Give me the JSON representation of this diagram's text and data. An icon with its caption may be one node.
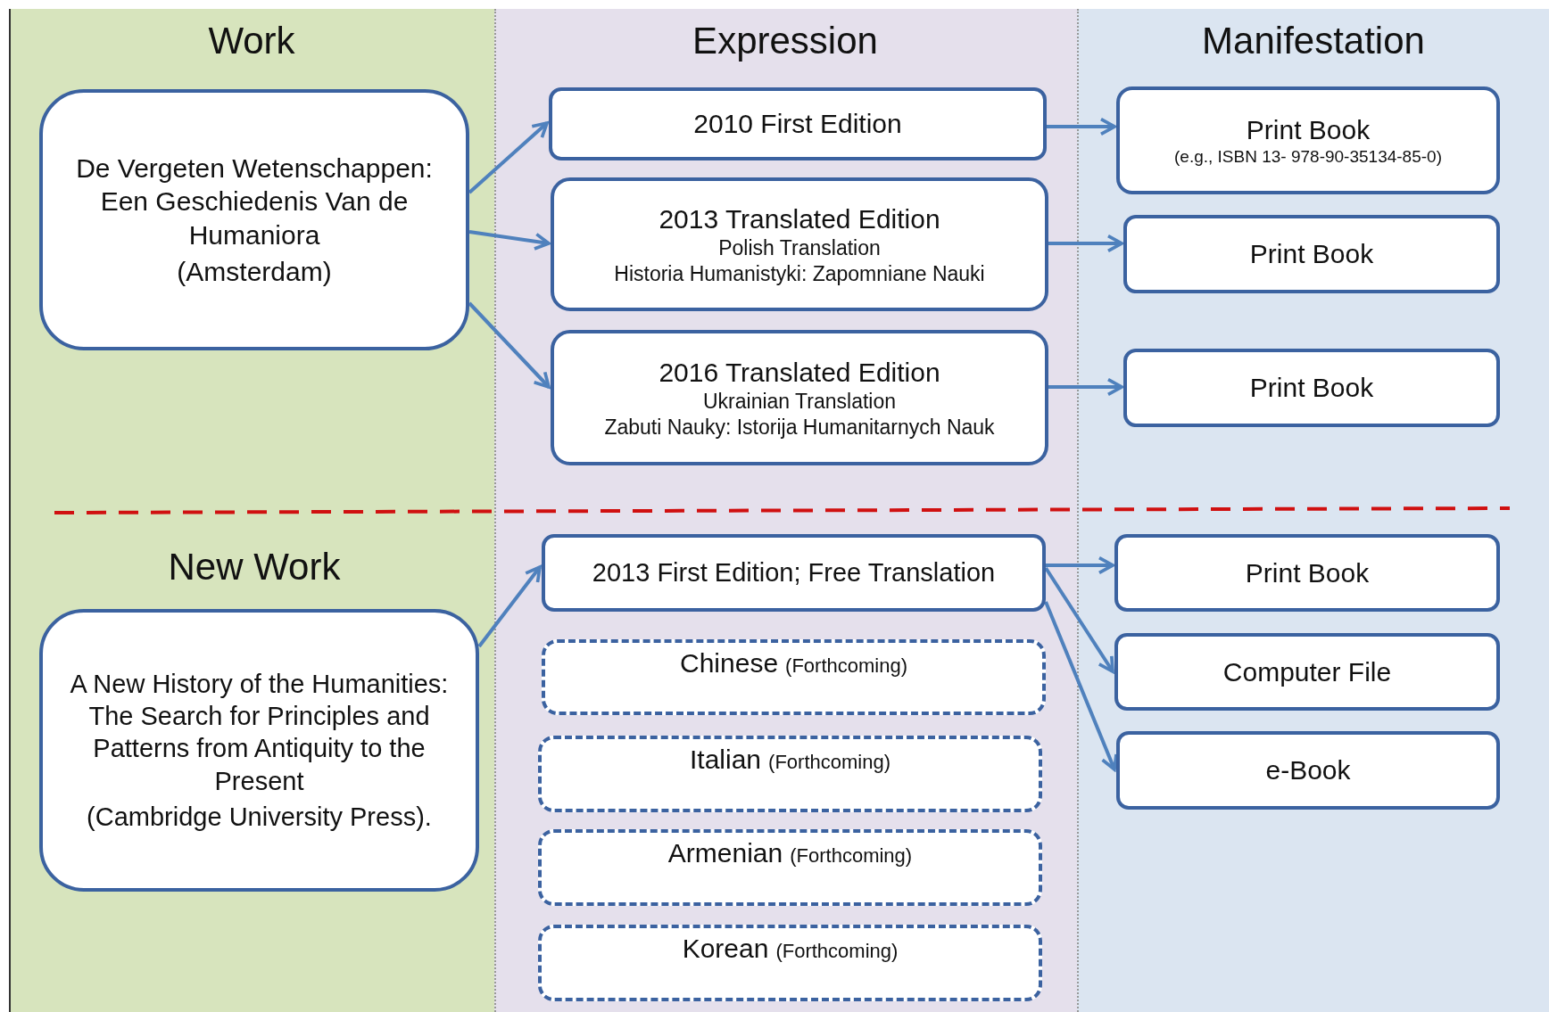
{
  "diagram": {
    "nodes": [
      {
        "text": [
          "De Vergeten Wetenschappen: Een Geschiedenis Van de Humaniora",
          "(Amsterdam)"
        ]
      },
      {
        "text": [
          "2010 First Edition"
        ]
      },
      {
        "text": [
          "2013 Translated Edition",
          "Polish Translation",
          "Historia Humanistyki: Zapomniane Nauki"
        ]
      },
      {
        "text": [
          "2016 Translated Edition",
          "Ukrainian Translation",
          "Zabuti Nauky: Istorija Humanitarnych Nauk"
        ]
      },
      {
        "text": [
          "Print Book",
          "(e.g., ISBN 13- 978-90-35134-85-0)"
        ]
      },
      {
        "text": [
          "Print Book"
        ]
      },
      {
        "text": [
          "Print Book"
        ]
      },
      {
        "text": [
          "A New History of the Humanities: The Search for Principles and Patterns from Antiquity to the Present",
          "(Cambridge University Press)."
        ]
      },
      {
        "text": [
          "2013 First Edition; Free Translation"
        ]
      },
      {
        "text": [
          "Chinese",
          "(Forthcoming)"
        ]
      },
      {
        "text": [
          "Italian",
          "(Forthcoming)"
        ]
      },
      {
        "text": [
          "Armenian",
          "(Forthcoming)"
        ]
      },
      {
        "text": [
          "Korean",
          "(Forthcoming)"
        ]
      },
      {
        "text": [
          "Print Book"
        ]
      },
      {
        "text": [
          "Computer File"
        ]
      },
      {
        "text": [
          "e-Book"
        ]
      }
    ],
    "edges": [
      {
        "from": 0,
        "to": 1,
        "arrow": "to"
      },
      {
        "from": 0,
        "to": 2,
        "arrow": "to"
      },
      {
        "from": 0,
        "to": 3,
        "arrow": "to"
      },
      {
        "from": 1,
        "to": 4,
        "arrow": "to"
      },
      {
        "from": 2,
        "to": 5,
        "arrow": "to"
      },
      {
        "from": 3,
        "to": 6,
        "arrow": "to"
      },
      {
        "from": 7,
        "to": 8,
        "arrow": "to"
      },
      {
        "from": 8,
        "to": 13,
        "arrow": "to"
      },
      {
        "from": 8,
        "to": 14,
        "arrow": "to"
      },
      {
        "from": 8,
        "to": 15,
        "arrow": "to"
      }
    ],
    "labels": [
      "Work",
      "Expression",
      "Manifestation",
      "New Work"
    ]
  }
}
